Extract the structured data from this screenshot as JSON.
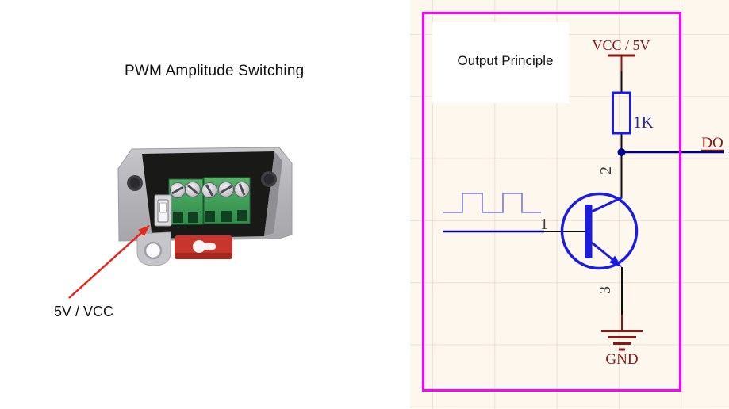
{
  "left_panel": {
    "title": "PWM Amplitude Switching",
    "annotation_label": "5V / VCC"
  },
  "schematic": {
    "title": "Output Principle",
    "vcc_label": "VCC / 5V",
    "resistor_label": "1K",
    "output_label": "DO",
    "gnd_label": "GND",
    "pin_labels": {
      "base": "1",
      "collector": "2",
      "emitter": "3"
    },
    "colors": {
      "border_magenta": "#ff00ff",
      "background_cream": "#fdf7ee",
      "net_label_red": "#8b1616",
      "component_blue": "#1c1ce0",
      "wire_navy": "#00008b",
      "wire_black": "#0d0d0d",
      "pin_number_gray": "#3a3a3a",
      "waveform_blue": "#7878dc"
    }
  }
}
